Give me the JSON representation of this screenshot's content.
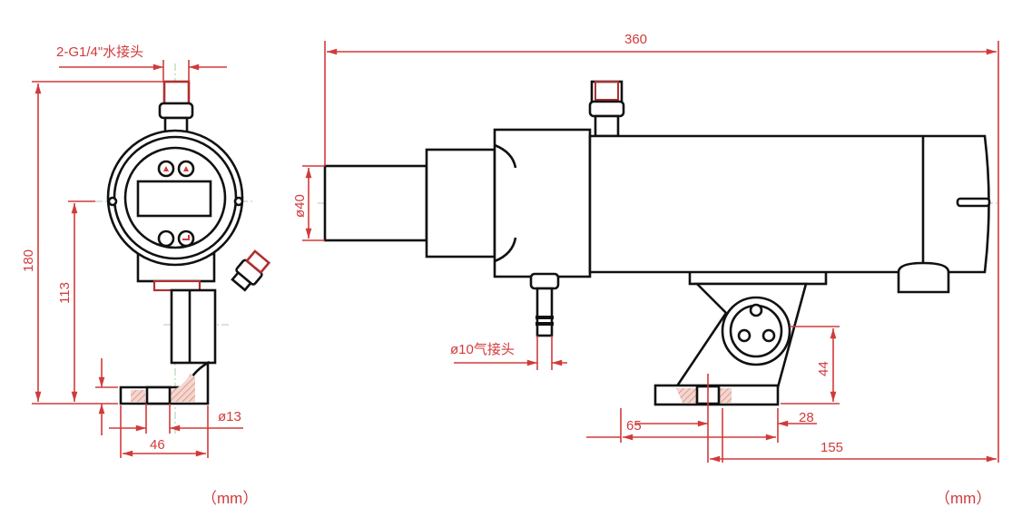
{
  "left_view": {
    "water_fitting_label": "2-G1/4\"水接头",
    "dim_height_total": "180",
    "dim_height_center": "113",
    "dim_base_width": "46",
    "dim_hole_diameter": "ø13",
    "unit_label": "（mm）"
  },
  "right_view": {
    "dim_length_total": "360",
    "dim_nose_diameter": "ø40",
    "air_fitting_label": "ø10气接头",
    "dim_pivot_height": "44",
    "dim_base_length": "65",
    "dim_offset": "28",
    "dim_mount_to_end": "155",
    "unit_label": "（mm）"
  },
  "colors": {
    "dimension": "#d23a3a",
    "outline": "#111111",
    "centerline": "#8cc08c"
  }
}
